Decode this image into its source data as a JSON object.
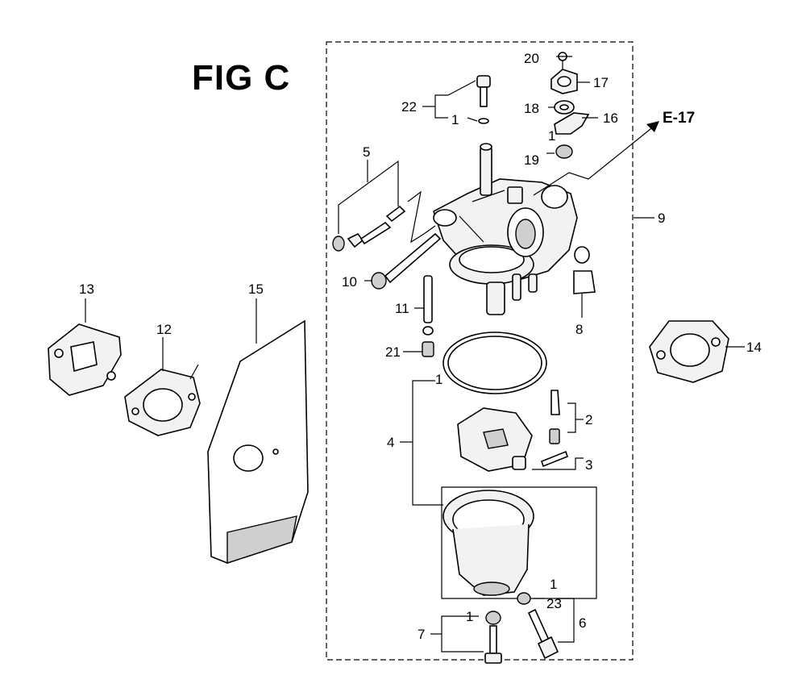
{
  "figure": {
    "title": "FIG C",
    "cross_reference": "E-17"
  },
  "callouts": {
    "c1a": "1",
    "c1b": "1",
    "c1c": "1",
    "c1d": "1",
    "c1e": "1",
    "c2": "2",
    "c3": "3",
    "c4": "4",
    "c5": "5",
    "c6": "6",
    "c7": "7",
    "c8": "8",
    "c9": "9",
    "c10": "10",
    "c11": "11",
    "c12": "12",
    "c13": "13",
    "c14": "14",
    "c15": "15",
    "c16": "16",
    "c17": "17",
    "c18": "18",
    "c19": "19",
    "c20": "20",
    "c21": "21",
    "c22": "22",
    "c23": "23"
  },
  "colors": {
    "line": "#000000",
    "paper": "#ffffff"
  }
}
